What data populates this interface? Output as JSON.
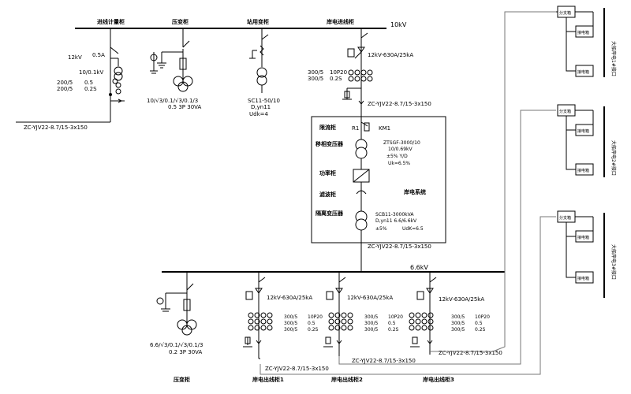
{
  "bus_top": {
    "voltage": "10kV"
  },
  "bus_mid": {
    "voltage": "6.6kV"
  },
  "panels_top": {
    "incoming_metering": "进线计量柜",
    "pt": "压变柜",
    "station_transformer": "站用变柜",
    "shore_incoming": "岸电进线柜"
  },
  "metering": {
    "voltage": "12kV",
    "fuse": "0.5A",
    "pt_ratio": "10/0.1kV",
    "ct1": "200/5",
    "ct1_class": "0.5",
    "ct2": "200/5",
    "ct2_class": "0.2S"
  },
  "cables": {
    "main": "ZC-YJV22-8.7/15-3x150",
    "mid": "ZC-YJV22-8.7/15-3x150"
  },
  "pt_top": {
    "ratio": "10/√3/0.1/√3/0.1/3",
    "class": "0.5 3P 30VA"
  },
  "station_tx": {
    "model": "SC11-50/10",
    "vector": "D,yn11",
    "impedance": "Udk=4"
  },
  "incoming_breaker": {
    "rating": "12kV-630A/25kA",
    "ct_a": "300/5",
    "ct_a_class": "10P20",
    "ct_b": "300/5",
    "ct_b_class": "0.2S"
  },
  "shore_system": {
    "title": "岸电系统",
    "limiter": "限流柜",
    "resistor": "R1",
    "contactor": "KM1",
    "phase_shift": "移相变压器",
    "phase_shift_model": "ZTSGF-3000/10",
    "phase_shift_ratio": "10/0.69kV",
    "phase_shift_tap": "±5%  Y/D",
    "phase_shift_uk": "Uk=6.5%",
    "power_cab": "功率柜",
    "filter": "滤波柜",
    "isolation": "隔离变压器",
    "iso_model": "SCB11-3000kVA",
    "iso_vector": "D,yn11 6.6/6.6kV",
    "iso_tap": "±5%",
    "iso_uk": "UdK=6.5"
  },
  "pt_bottom": {
    "ratio": "6.6/√3/0.1/√3/0.1/3",
    "class": "0.2 3P 30VA",
    "label": "压变柜"
  },
  "feeders": [
    {
      "rating": "12kV-630A/25kA",
      "ct_a": "300/5",
      "ct_b": "300/5",
      "ct_c": "300/5",
      "cls_a": "10P20",
      "cls_b": "0.5",
      "cls_c": "0.2S",
      "cable": "ZC-YJV22-8.7/15-3x150",
      "label": "岸电出线柜1"
    },
    {
      "rating": "12kV-630A/25kA",
      "ct_a": "300/5",
      "ct_b": "300/5",
      "ct_c": "300/5",
      "cls_a": "10P20",
      "cls_b": "0.5",
      "cls_c": "0.2S",
      "cable": "ZC-YJV22-8.7/15-3x150",
      "label": "岸电出线柜2"
    },
    {
      "rating": "12kV-630A/25kA",
      "ct_a": "300/5",
      "ct_b": "300/5",
      "ct_c": "300/5",
      "cls_a": "10P20",
      "cls_b": "0.5",
      "cls_c": "0.2S",
      "cable": "ZC-YJV22-8.7/15-3x150",
      "label": "岸电出线柜3"
    }
  ],
  "berths": [
    {
      "label": "大船岸电1#接口",
      "box_a": "分支箱",
      "box_b": "接电箱",
      "box_c": "接电箱"
    },
    {
      "label": "大船岸电2#接口",
      "box_a": "分支箱",
      "box_b": "接电箱",
      "box_c": "接电箱"
    },
    {
      "label": "大船岸电3#接口",
      "box_a": "分支箱",
      "box_b": "接电箱",
      "box_c": "接电箱"
    }
  ]
}
